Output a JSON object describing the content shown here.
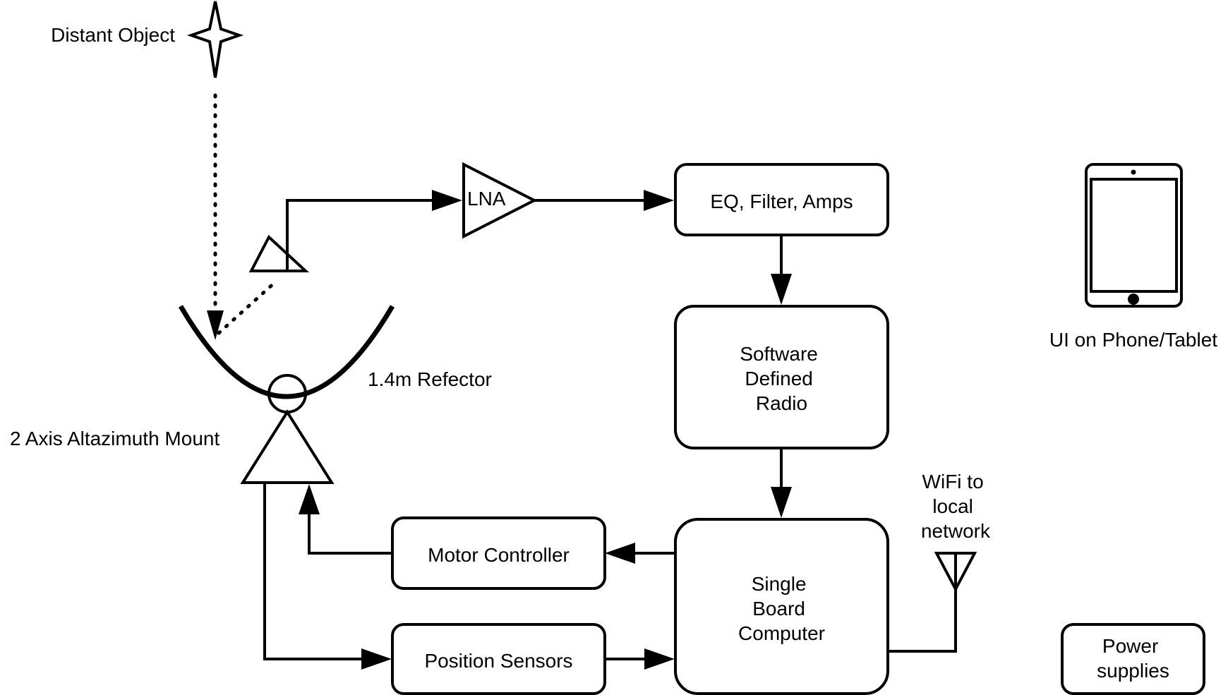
{
  "labels": {
    "distant_object": "Distant Object",
    "lna": "LNA",
    "eq_filter_amps": "EQ, Filter, Amps",
    "sdr": [
      "Software",
      "Defined",
      "Radio"
    ],
    "reflector": "1.4m Refector",
    "mount": "2 Axis Altazimuth Mount",
    "ui": "UI on Phone/Tablet",
    "wifi": [
      "WiFi to",
      "local",
      "network"
    ],
    "motor_controller": "Motor Controller",
    "position_sensors": "Position Sensors",
    "sbc": [
      "Single",
      "Board",
      "Computer"
    ],
    "power": [
      "Power",
      "supplies"
    ]
  }
}
